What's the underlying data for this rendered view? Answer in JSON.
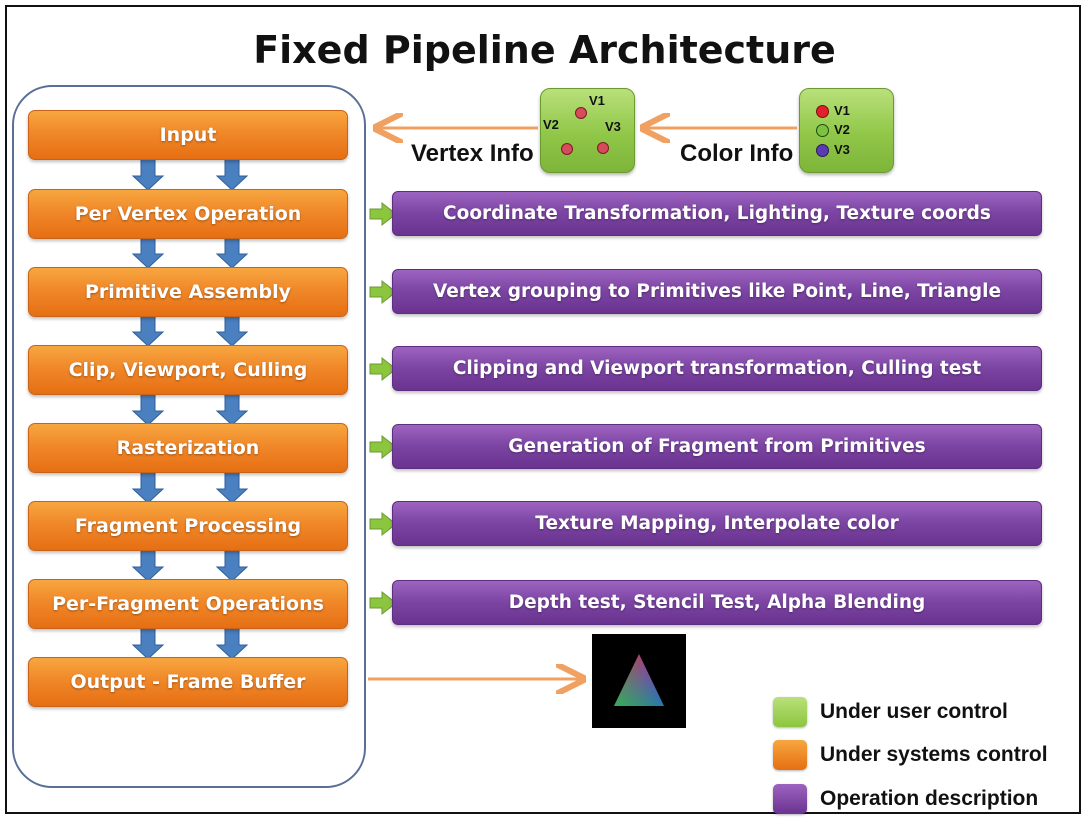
{
  "title": "Fixed Pipeline Architecture",
  "stages": [
    "Input",
    "Per Vertex Operation",
    "Primitive Assembly",
    "Clip, Viewport, Culling",
    "Rasterization",
    "Fragment Processing",
    "Per-Fragment Operations",
    "Output - Frame Buffer"
  ],
  "descriptions": [
    "Coordinate Transformation, Lighting, Texture coords",
    "Vertex grouping to Primitives like Point, Line, Triangle",
    "Clipping and Viewport transformation, Culling test",
    "Generation of Fragment from Primitives",
    "Texture Mapping, Interpolate color",
    "Depth test, Stencil Test, Alpha Blending"
  ],
  "vertex_info": {
    "label": "Vertex Info",
    "v1": "V1",
    "v2": "V2",
    "v3": "V3"
  },
  "color_info": {
    "label": "Color Info",
    "v1": "V1",
    "v2": "V2",
    "v3": "V3",
    "v1_color": "#e0202a",
    "v2_color": "#7cc241",
    "v3_color": "#5a3bb0"
  },
  "legend": [
    {
      "label": "Under user control",
      "color": "#8cc63f"
    },
    {
      "label": "Under systems control",
      "color": "#f08a24"
    },
    {
      "label": "Operation description",
      "color": "#7e4aa8"
    }
  ],
  "colors": {
    "stage": "#f08a24",
    "description": "#7e4aa8",
    "user_box": "#8cc63f",
    "down_arrow": "#4a7fc0",
    "side_arrow": "#8cc63f",
    "info_arrow": "#f0a060"
  }
}
